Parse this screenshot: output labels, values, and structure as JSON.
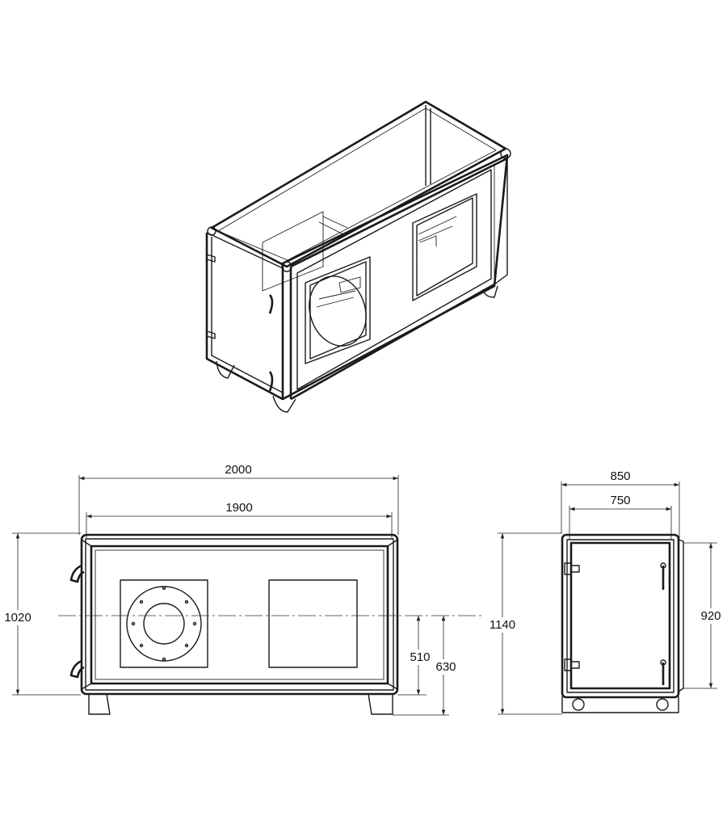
{
  "front_view": {
    "length_outer": "2000",
    "length_inner": "1900",
    "height": "1020",
    "intake_height": "510",
    "outlet_height": "630"
  },
  "overall": {
    "height": "1140"
  },
  "side_view": {
    "width_outer": "850",
    "width_inner": "750",
    "panel_height": "920"
  },
  "colors": {
    "line": "#1a1a1a",
    "background": "#ffffff"
  }
}
